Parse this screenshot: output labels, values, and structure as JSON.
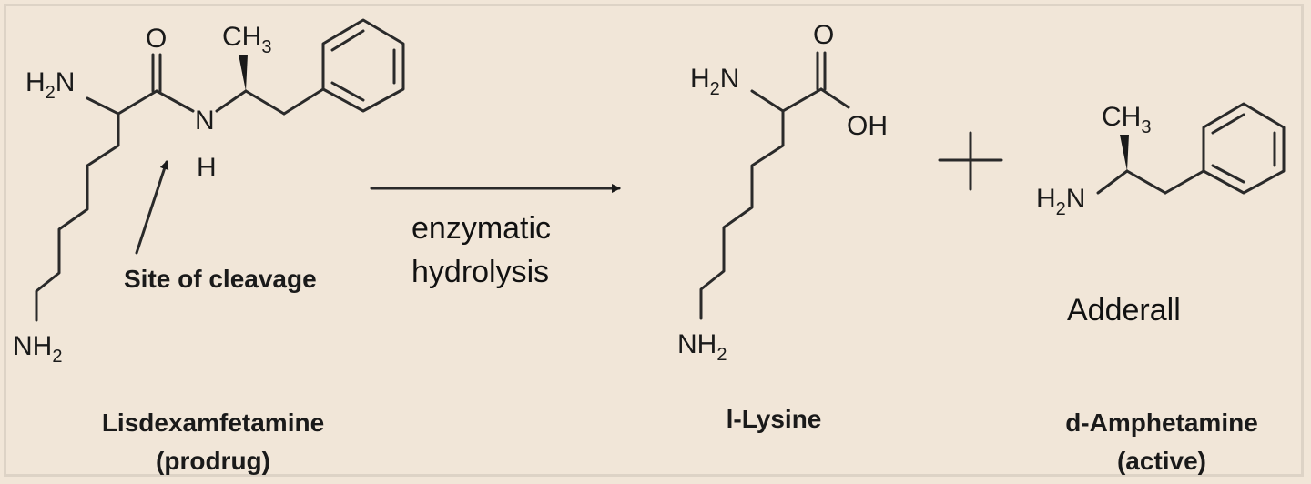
{
  "atoms": {
    "o": "O",
    "h2n_h": "H",
    "h2n_2": "2",
    "h2n_n": "N",
    "ch3_ch": "CH",
    "ch3_3": "3",
    "n": "N",
    "h": "H",
    "nh2_nh": "NH",
    "nh2_2": "2",
    "oh": "OH"
  },
  "labels": {
    "site_of_cleavage": "Site of cleavage",
    "reaction_line1": "enzymatic",
    "reaction_line2": "hydrolysis",
    "adderall": "Adderall",
    "lisdex_line1": "Lisdexamfetamine",
    "lisdex_line2": "(prodrug)",
    "lysine": "l-Lysine",
    "damph_line1": "d-Amphetamine",
    "damph_line2": "(active)"
  },
  "colors": {
    "background": "#f1e6d8",
    "frame": "#ddd3c6",
    "ink": "#1a1a1a"
  }
}
